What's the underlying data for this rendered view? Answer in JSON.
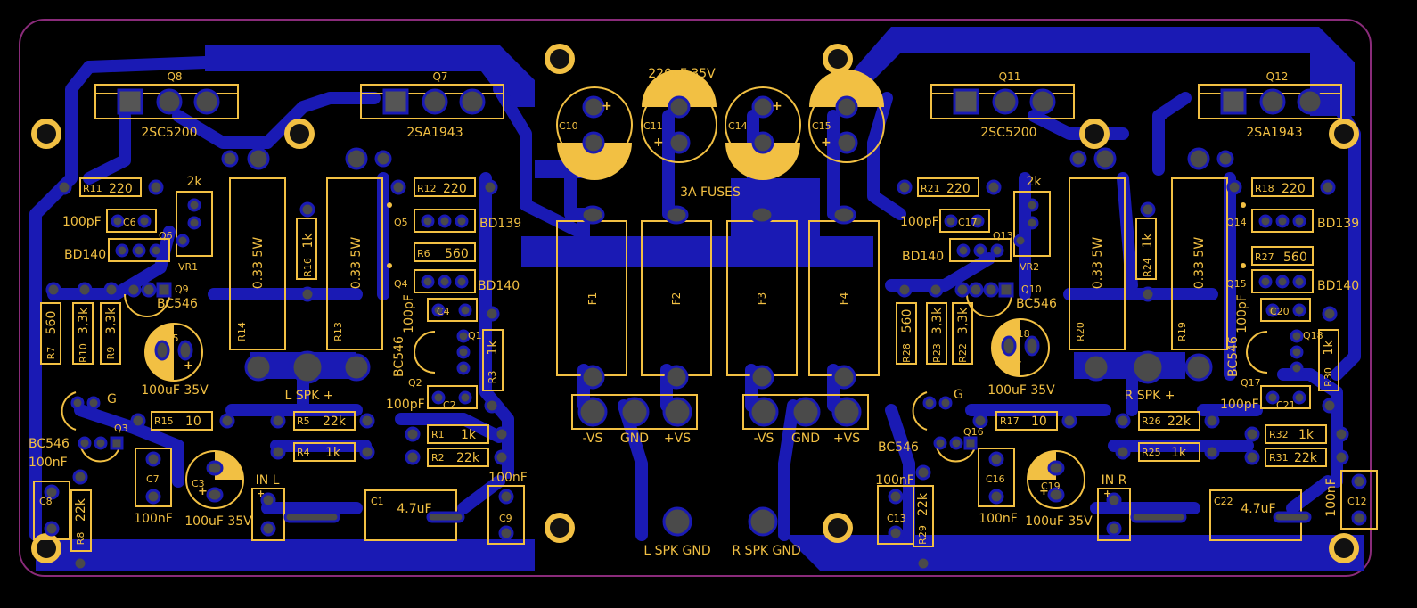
{
  "colors": {
    "background": "#000000",
    "copper": "#1a1ab4",
    "silk": "#f2c043",
    "pad": "#4a4a4a",
    "outline": "#8a2b7a"
  },
  "labels": {
    "cap_rating_top": "220uF 35V",
    "fuses": "3A FUSES",
    "q8": "Q8",
    "q7": "Q7",
    "q11": "Q11",
    "q12": "Q12",
    "t_2sc5200_l": "2SC5200",
    "t_2sa1943_l": "2SA1943",
    "t_2sc5200_r": "2SC5200",
    "t_2sa1943_r": "2SA1943",
    "c10": "C10",
    "c11": "C11",
    "c14": "C14",
    "c15": "C15",
    "f1": "F1",
    "f2": "F2",
    "f3": "F3",
    "f4": "F4",
    "nvs1": "-VS",
    "gnd1": "GND",
    "pvs1": "+VS",
    "nvs2": "-VS",
    "gnd2": "GND",
    "pvs2": "+VS",
    "lspkgnd": "L SPK GND",
    "rspkgnd": "R SPK GND",
    "lspk": "L  SPK +",
    "rspk": "R  SPK +",
    "r11": "R11",
    "r11v": "220",
    "r12": "R12",
    "r12v": "220",
    "r21": "R21",
    "r21v": "220",
    "r18": "R18",
    "r18v": "220",
    "p2k_l": "2k",
    "p2k_r": "2k",
    "c6v": "100pF",
    "c6": "C6",
    "c17v": "100pF",
    "c17": "C17",
    "bd140_l": "BD140",
    "q6": "Q6",
    "vr1": "VR1",
    "bd140_r": "BD140",
    "q13": "Q13",
    "vr2": "VR2",
    "q9": "Q9",
    "bc546_q9": "BC546",
    "q10": "Q10",
    "bc546_q10": "BC546",
    "r14v": "0.33 5W",
    "r14": "R14",
    "r13v": "0.33 5W",
    "r13": "R13",
    "r20v": "0.33 5W",
    "r20": "R20",
    "r19v": "0.33 5W",
    "r19": "R19",
    "r16v": "1k",
    "r16": "R16",
    "r24v": "1k",
    "r24": "R24",
    "q5": "Q5",
    "bd139_l": "BD139",
    "q14": "Q14",
    "bd139_r": "BD139",
    "r6": "R6",
    "r6v": "560",
    "r27": "R27",
    "r27v": "560",
    "q4": "Q4",
    "bd140_q4": "BD140",
    "q15": "Q15",
    "bd140_q15": "BD140",
    "c4v": "100pF",
    "c4": "C4",
    "c20v": "100pF",
    "c20": "C20",
    "q1": "Q1",
    "q2": "Q2",
    "bc546_q2": "BC546",
    "q18": "Q18",
    "q17": "Q17",
    "bc546_q17": "BC546",
    "r3v": "1k",
    "r3": "R3",
    "r30v": "1k",
    "r30": "R30",
    "r7v": "560",
    "r7": "R7",
    "r10v": "3,3k",
    "r10": "R10",
    "r9v": "3,3k",
    "r9": "R9",
    "r28v": "560",
    "r28": "R28",
    "r23v": "3,3k",
    "r23": "R23",
    "r22v": "3,3k",
    "r22": "R22",
    "c5": "C5",
    "c5v": "100uF 35V",
    "c18": "C18",
    "c18v": "100uF 35V",
    "g_l": "G",
    "g_r": "G",
    "q3": "Q3",
    "q16": "Q16",
    "bc546_q3": "BC546",
    "bc546_q16": "BC546",
    "c2v": "100pF",
    "c2": "C2",
    "c21v": "100pF",
    "c21": "C21",
    "r15": "R15",
    "r15v": "10",
    "r5": "R5",
    "r5v": "22k",
    "r4": "R4",
    "r4v": "1k",
    "r17": "R17",
    "r17v": "10",
    "r26": "R26",
    "r26v": "22k",
    "r25": "R25",
    "r25v": "1k",
    "r1": "R1",
    "r1v": "1k",
    "r2": "R2",
    "r2v": "22k",
    "r32": "R32",
    "r32v": "1k",
    "r31": "R31",
    "r31v": "22k",
    "c8v": "100nF",
    "c8": "C8",
    "r8v": "22k",
    "r8": "R8",
    "c7": "C7",
    "c7v": "100nF",
    "c3": "C3",
    "c3v": "100uF 35V",
    "inl": "IN L",
    "c1": "C1",
    "c1v": "4.7uF",
    "c9v": "100nF",
    "c9": "C9",
    "c13v": "100nF",
    "c13": "C13",
    "r29v": "22k",
    "r29": "R29",
    "c16": "C16",
    "c16v": "100nF",
    "c19": "C19",
    "c19v": "100uF 35V",
    "inr": "IN R",
    "c22": "C22",
    "c22v": "4.7uF",
    "c12v": "100nF",
    "c12": "C12"
  }
}
